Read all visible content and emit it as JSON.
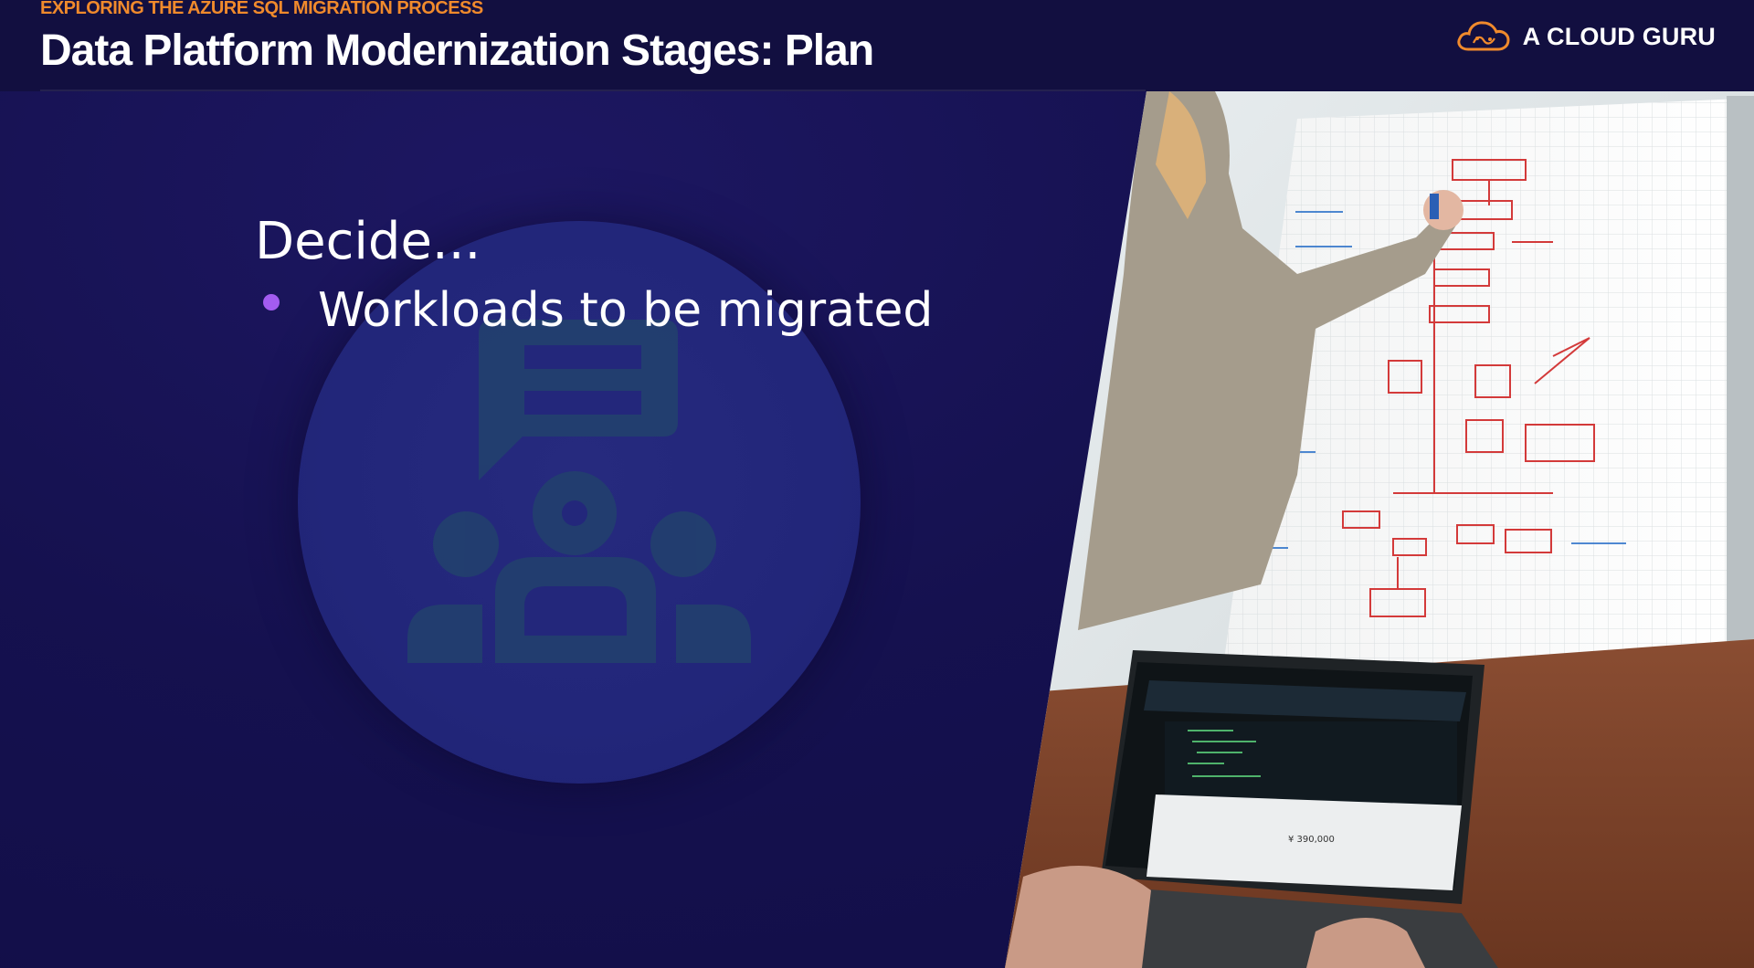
{
  "header": {
    "eyebrow": "EXPLORING THE AZURE SQL MIGRATION PROCESS",
    "title": "Data Platform Modernization Stages: Plan"
  },
  "logo": {
    "text": "A CLOUD GURU",
    "icon": "cloud-logo-icon"
  },
  "content": {
    "heading": "Decide...",
    "bullets": [
      {
        "text": "Workloads to be migrated"
      }
    ]
  },
  "decor": {
    "icon": "people-discussion-icon"
  },
  "photo": {
    "subject": "photo-whiteboard-laptop",
    "laptop_screen_value": "¥ 390,000"
  },
  "colors": {
    "background": "#13104a",
    "accent_orange": "#f08a2c",
    "bullet_purple": "#a35cf0",
    "circle": "#23277b",
    "icon_fill": "#233a6e"
  }
}
